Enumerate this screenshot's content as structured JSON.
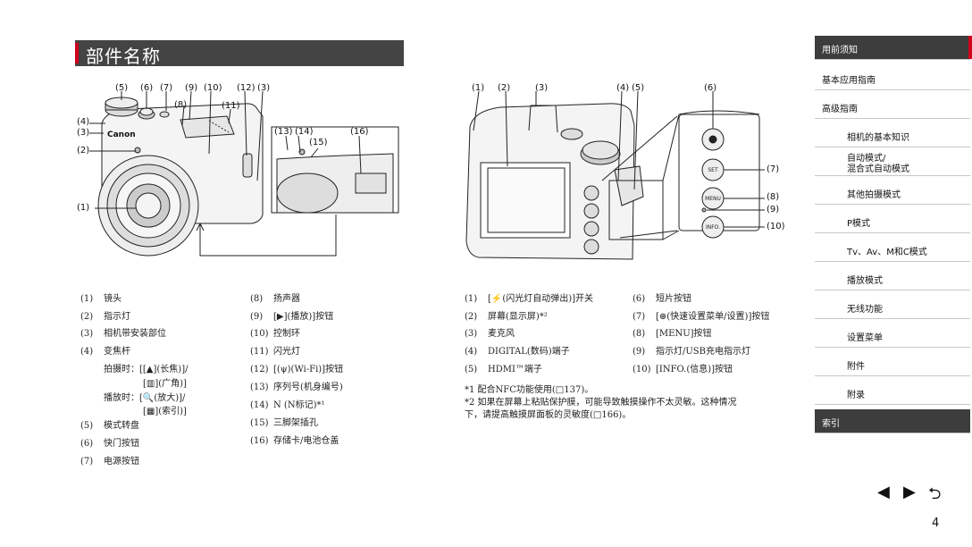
{
  "title": "部件名称",
  "figure1": {
    "callouts": [
      "(5)",
      "(6)",
      "(7)",
      "(9)",
      "(10)",
      "(12)",
      "(3)",
      "(8)",
      "(11)",
      "(4)",
      "(3)",
      "(2)",
      "(1)",
      "(13)",
      "(14)",
      "(15)",
      "(16)"
    ],
    "brand": "Canon"
  },
  "figure2": {
    "callouts": [
      "(1)",
      "(2)",
      "(3)",
      "(4)",
      "(5)",
      "(6)",
      "(7)",
      "(8)",
      "(9)",
      "(10)"
    ],
    "btn_set": "SET",
    "btn_menu": "MENU",
    "btn_info": "INFO."
  },
  "left_list": [
    {
      "num": "(1)",
      "text": "镜头"
    },
    {
      "num": "(2)",
      "text": "指示灯"
    },
    {
      "num": "(3)",
      "text": "相机带安装部位"
    },
    {
      "num": "(4)",
      "text": "变焦杆"
    },
    {
      "num": "(5)",
      "text": "模式转盘"
    },
    {
      "num": "(6)",
      "text": "快门按钮"
    },
    {
      "num": "(7)",
      "text": "电源按钮"
    }
  ],
  "zoom_sub": [
    "拍摄时：[[▲](长焦)]/",
    "[▥](广角)]",
    "播放时：[🔍(放大)]/",
    "[▦](索引)]"
  ],
  "mid_list": [
    {
      "num": "(8)",
      "text": "扬声器"
    },
    {
      "num": "(9)",
      "text": "[▶](播放)]按钮"
    },
    {
      "num": "(10)",
      "text": "控制环"
    },
    {
      "num": "(11)",
      "text": "闪光灯"
    },
    {
      "num": "(12)",
      "text": "[(ψ)(Wi-Fi)]按钮"
    },
    {
      "num": "(13)",
      "text": "序列号(机身编号)"
    },
    {
      "num": "(14)",
      "text": "N (N标记)*¹"
    },
    {
      "num": "(15)",
      "text": "三脚架插孔"
    },
    {
      "num": "(16)",
      "text": "存储卡/电池仓盖"
    }
  ],
  "right_list_a": [
    {
      "num": "(1)",
      "text": "[⚡(闪光灯自动弹出)]开关"
    },
    {
      "num": "(2)",
      "text": "屏幕(显示屏)*²"
    },
    {
      "num": "(3)",
      "text": "麦克风"
    },
    {
      "num": "(4)",
      "text": "DIGITAL(数码)端子"
    },
    {
      "num": "(5)",
      "text": "HDMI™端子"
    }
  ],
  "right_list_b": [
    {
      "num": "(6)",
      "text": "短片按钮"
    },
    {
      "num": "(7)",
      "text": "[⊛(快速设置菜单/设置)]按钮"
    },
    {
      "num": "(8)",
      "text": "[MENU]按钮"
    },
    {
      "num": "(9)",
      "text": "指示灯/USB充电指示灯"
    },
    {
      "num": "(10)",
      "text": "[INFO.(信息)]按钮"
    }
  ],
  "footnotes": [
    "*1  配合NFC功能使用(□137)。",
    "*2  如果在屏幕上粘贴保护膜，可能导致触摸操作不太灵敏。这种情况",
    "      下，请提高触摸屏面板的灵敏度(□166)。"
  ],
  "nav": [
    {
      "label": "用前须知",
      "active": true
    },
    {
      "label": "基本应用指南"
    },
    {
      "label": "高级指南"
    },
    {
      "label": "相机的基本知识",
      "sub": true
    },
    {
      "label": "自动模式/",
      "label2": "混合式自动模式",
      "sub": true
    },
    {
      "label": "其他拍摄模式",
      "sub": true
    },
    {
      "label": "P模式",
      "sub": true
    },
    {
      "label": "Tv、Av、M和C模式",
      "sub": true
    },
    {
      "label": "播放模式",
      "sub": true
    },
    {
      "label": "无线功能",
      "sub": true
    },
    {
      "label": "设置菜单",
      "sub": true
    },
    {
      "label": "附件",
      "sub": true
    },
    {
      "label": "附录",
      "sub": true
    },
    {
      "label": "索引",
      "index": true
    }
  ],
  "page_number": "4",
  "colors": {
    "accent": "#d0021b",
    "bar": "#444444"
  }
}
